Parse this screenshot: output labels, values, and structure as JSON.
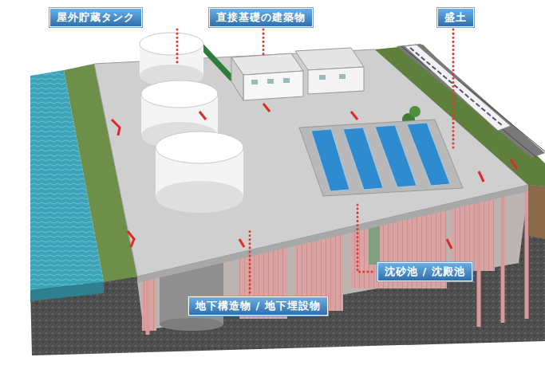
{
  "diagram": {
    "nodes": [
      {
        "text": [
          "屋外貯蔵タンク"
        ]
      },
      {
        "text": [
          "直接基礎の建築物"
        ]
      },
      {
        "text": [
          "盛土"
        ]
      },
      {
        "text": [
          "沈砂池 / 沈殿池"
        ]
      },
      {
        "text": [
          "地下構造物 / 地下埋設物"
        ]
      }
    ]
  }
}
